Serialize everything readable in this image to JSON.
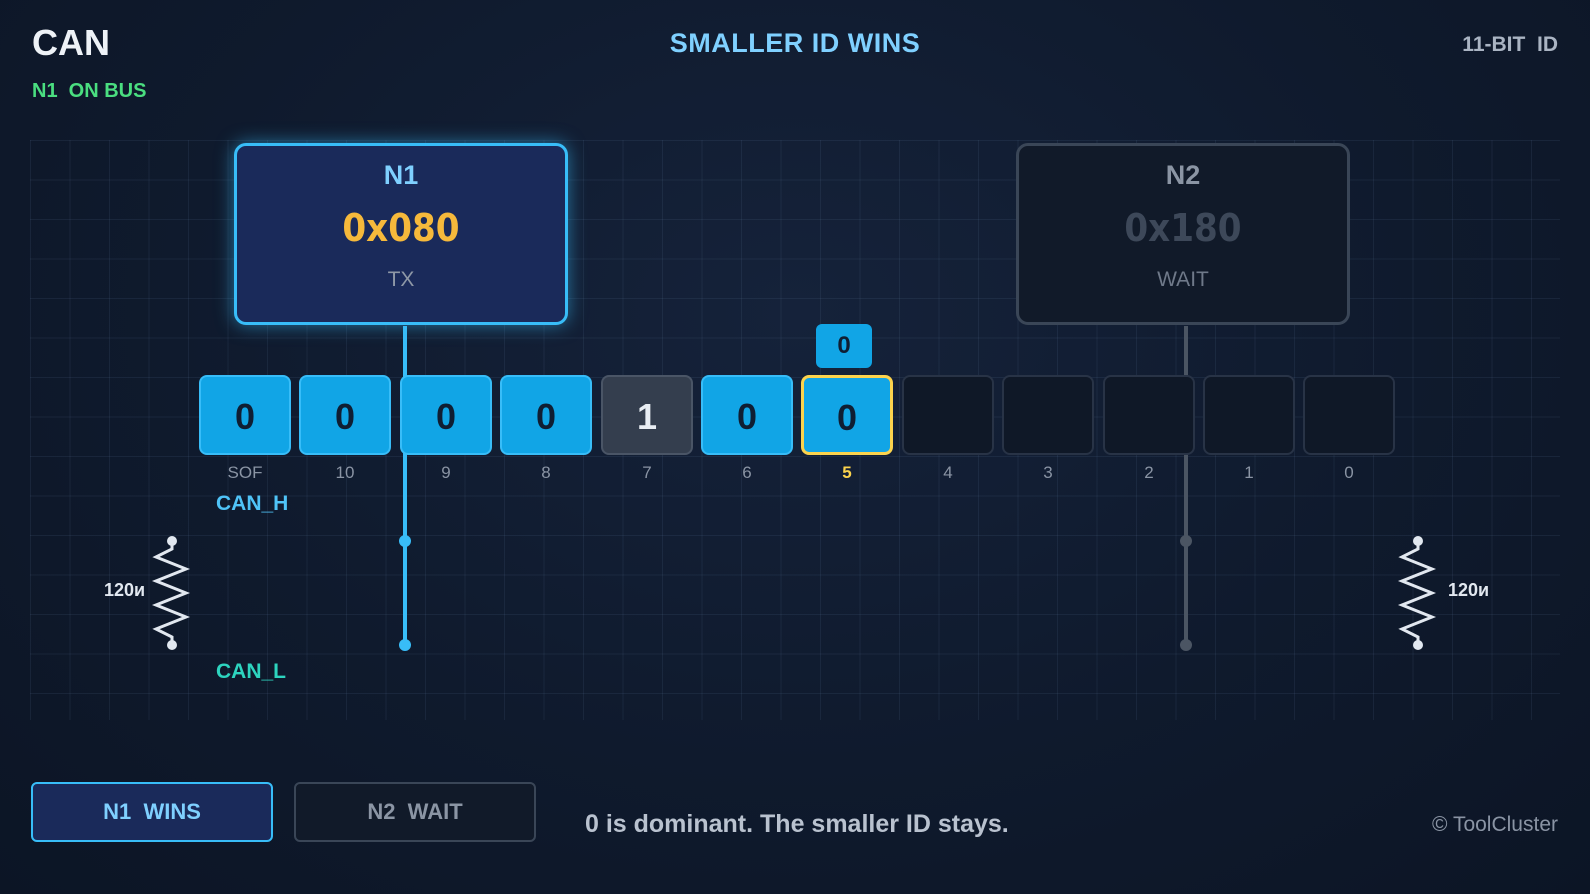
{
  "header": {
    "app_title": "CAN",
    "headline": "SMALLER ID WINS",
    "id_mode": "11-BIT  ID",
    "bus_status": "N1  ON BUS"
  },
  "nodes": {
    "n1": {
      "name": "N1",
      "id": "0x080",
      "state": "TX"
    },
    "n2": {
      "name": "N2",
      "id": "0x180",
      "state": "WAIT"
    }
  },
  "arbitration": {
    "bus_bit_value": "0",
    "current_bit_label": "5",
    "bits": [
      {
        "label": "SOF",
        "value": "0",
        "kind": "dominant"
      },
      {
        "label": "10",
        "value": "0",
        "kind": "dominant"
      },
      {
        "label": "9",
        "value": "0",
        "kind": "dominant"
      },
      {
        "label": "8",
        "value": "0",
        "kind": "dominant"
      },
      {
        "label": "7",
        "value": "1",
        "kind": "recessive"
      },
      {
        "label": "6",
        "value": "0",
        "kind": "dominant"
      },
      {
        "label": "5",
        "value": "0",
        "kind": "dominant",
        "current": true
      },
      {
        "label": "4",
        "value": "",
        "kind": "empty"
      },
      {
        "label": "3",
        "value": "",
        "kind": "empty"
      },
      {
        "label": "2",
        "value": "",
        "kind": "empty"
      },
      {
        "label": "1",
        "value": "",
        "kind": "empty"
      },
      {
        "label": "0",
        "value": "",
        "kind": "empty"
      }
    ]
  },
  "bus": {
    "can_h_label": "CAN_H",
    "can_l_label": "CAN_L",
    "termination_left": "120и",
    "termination_right": "120и",
    "colors": {
      "can_h": "#38bdf8",
      "can_l": "#2dd4bf",
      "n1": "#38bdf8",
      "n2": "#4b5563"
    }
  },
  "footer": {
    "n1_button": "N1  WINS",
    "n2_button": "N2  WAIT",
    "rule_text": "0 is dominant. The smaller ID stays.",
    "credit": "© ToolCluster"
  }
}
